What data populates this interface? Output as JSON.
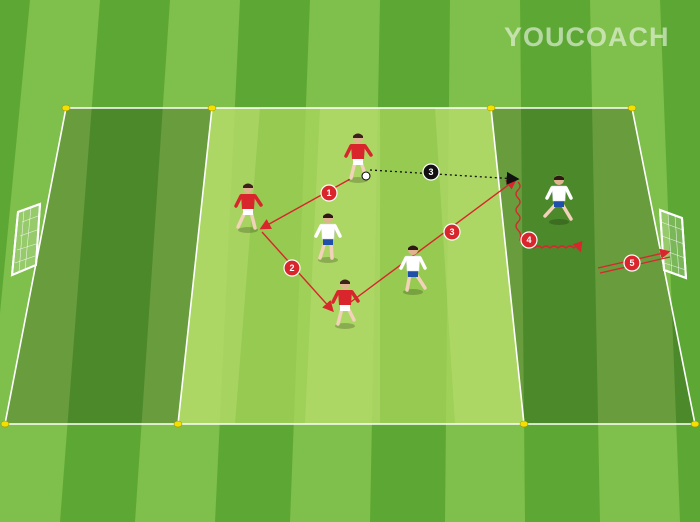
{
  "brand": {
    "watermark": "YOUCOACH"
  },
  "colors": {
    "grass_light": "#8cc95a",
    "grass_dark": "#5da834",
    "center_zone": "#a9d65b",
    "end_zone_shade": "#000000",
    "lines": "#ffffff",
    "cones": "#f3e000",
    "red_team": "#d8262c",
    "white_team": "#ffffff",
    "step_marker": "#d8262c",
    "dribble_marker": "#111111"
  },
  "steps": [
    {
      "id": "step-1",
      "label": "1",
      "kind": "pass"
    },
    {
      "id": "step-2",
      "label": "2",
      "kind": "run"
    },
    {
      "id": "step-3-pass",
      "label": "3",
      "kind": "pass",
      "color": "#d8262c"
    },
    {
      "id": "step-3-dribble",
      "label": "3",
      "kind": "ball-run",
      "color": "#111111"
    },
    {
      "id": "step-4",
      "label": "4",
      "kind": "dribble"
    },
    {
      "id": "step-5",
      "label": "5",
      "kind": "shot"
    }
  ],
  "players": [
    {
      "id": "red-1",
      "team": "red"
    },
    {
      "id": "red-2",
      "team": "red"
    },
    {
      "id": "red-3",
      "team": "red"
    },
    {
      "id": "white-1",
      "team": "white"
    },
    {
      "id": "white-2",
      "team": "white"
    },
    {
      "id": "white-3",
      "team": "white"
    }
  ],
  "goals": [
    {
      "id": "left-goal",
      "side": "left"
    },
    {
      "id": "right-goal",
      "side": "right"
    }
  ]
}
